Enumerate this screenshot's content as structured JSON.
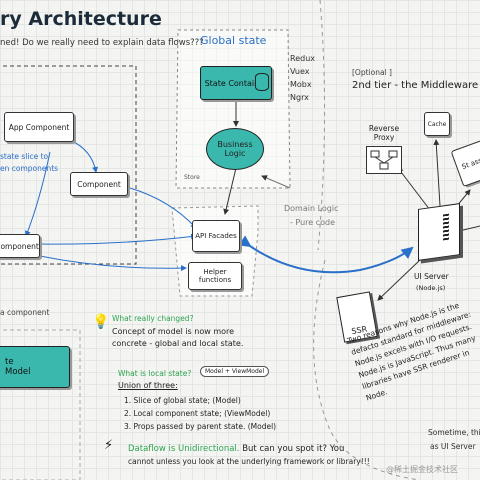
{
  "header": {
    "title": "ry Architecture",
    "subtitle": "ned! Do we really need to explain data flows???"
  },
  "left": {
    "app_component": "App Component",
    "state_slice_note": "state slice to",
    "state_slice_note2": "en components",
    "component_a": "Component",
    "component_b": "Component",
    "note_component": "a component",
    "teal_line1": "te",
    "teal_line2": "Model"
  },
  "global_state": {
    "title": "Global state",
    "state_container": "State Container",
    "business_logic": "Business Logic",
    "store_label": "Store",
    "libs": [
      "Redux",
      "Vuex",
      "Mobx",
      "Ngrx"
    ]
  },
  "domain": {
    "label": "Domain Logic",
    "sub": "- Pure code"
  },
  "api": {
    "facades": "API Facades",
    "helpers": "Helper functions"
  },
  "middleware": {
    "optional": "[Optional ]",
    "title": "2nd tier - the Middleware",
    "reverse_proxy": "Reverse Proxy",
    "cache": "Cache",
    "static_label": "St asse",
    "ui_server": "UI Server",
    "nodejs": "(Node.js)",
    "ssr": "SSR",
    "node_note": "Two reasons why Node.js is the defacto standard for middleware: Node.js excels with I/O requests. Node.js is JavaScript. Thus many libraries have SSR renderer in Node.",
    "sometime": "Sometime, this",
    "as_ui": "as UI Server"
  },
  "notes": {
    "changed_q": "What really changed?",
    "changed_body1": "Concept of model is now more",
    "changed_body2": "concrete - global and local state.",
    "local_q": "What is local state?",
    "model_vm": "Model + ViewModel",
    "union": "Union of three:",
    "items": [
      "1. Slice of global state; (Model)",
      "2. Local component state; (ViewModel)",
      "3. Props passed by parent state. (Model)"
    ],
    "dataflow_head": "Dataflow is Unidirectional.",
    "dataflow_tail": " But can you spot it? You",
    "dataflow_line2": "cannot unless you look at the underlying framework or library!!!",
    "watermark": "@稀土掘金技术社区"
  },
  "colors": {
    "teal": "#3bb8ad",
    "blue": "#2a6fc9",
    "green": "#2ea44f"
  }
}
